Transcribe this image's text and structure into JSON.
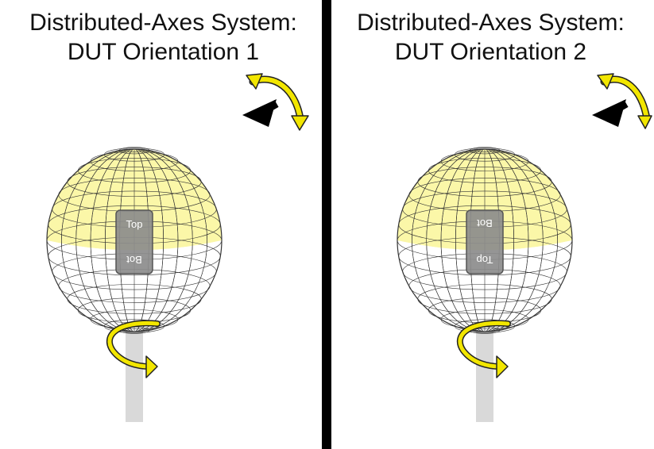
{
  "panels": [
    {
      "title_line1": "Distributed-Axes System:",
      "title_line2": "DUT Orientation 1",
      "dut_top_label": "Top",
      "dut_bottom_label": "Bot",
      "dut_flipped": false
    },
    {
      "title_line1": "Distributed-Axes System:",
      "title_line2": "DUT Orientation 2",
      "dut_top_label": "Bot",
      "dut_bottom_label": "Top",
      "dut_flipped": true
    }
  ],
  "colors": {
    "upper_hemisphere": "#fbf7a8",
    "lower_hemisphere": "#ffffff",
    "mesh_line": "#333333",
    "arrow_fill": "#f2e600",
    "arrow_stroke": "#222222",
    "dut_fill": "#8c8c8c",
    "dut_stroke": "#555555",
    "pole_fill": "#d9d9d9",
    "antenna_fill": "#000000",
    "divider": "#000000"
  }
}
